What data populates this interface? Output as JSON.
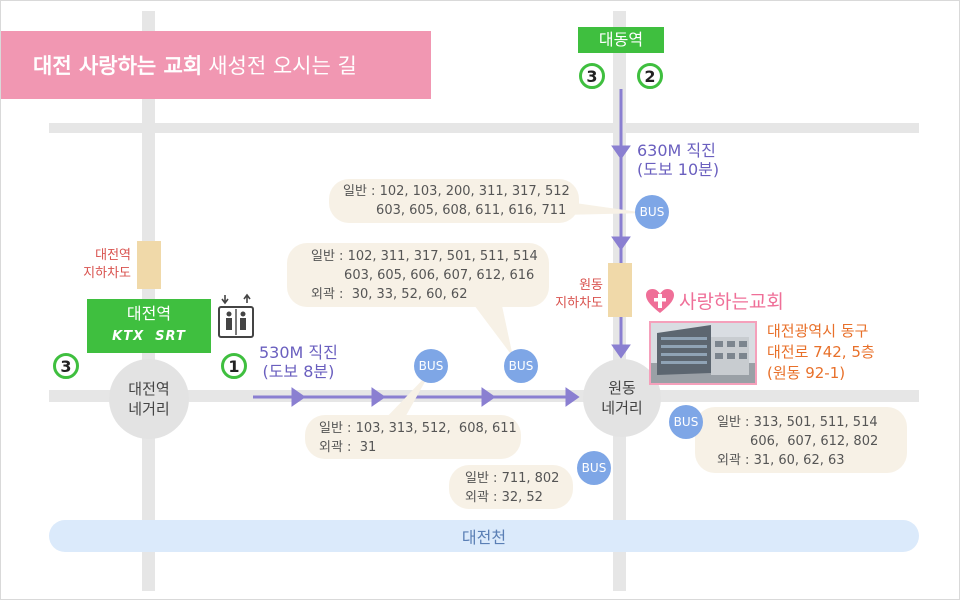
{
  "title": {
    "bold": "대전 사랑하는 교회",
    "rest": "새성전 오시는 길"
  },
  "stations": {
    "daedong": {
      "name": "대동역",
      "exits": [
        "3",
        "2"
      ]
    },
    "daejeon": {
      "name": "대전역",
      "logos": "KTX  SRT",
      "exits": [
        "3",
        "1"
      ]
    }
  },
  "intersections": {
    "daejeon": [
      "대전역",
      "네거리"
    ],
    "wondong": [
      "원동",
      "네거리"
    ]
  },
  "underpasses": {
    "daejeon": [
      "대전역",
      "지하차도"
    ],
    "wondong": [
      "원동",
      "지하차도"
    ]
  },
  "walk": {
    "north": [
      "630M 직진",
      "(도보 10분)"
    ],
    "west": [
      "530M 직진",
      "(도보 8분)"
    ]
  },
  "bus_label": "BUS",
  "bus_info": {
    "top": [
      "일반 : 102, 103, 200, 311, 317, 512",
      "        603, 605, 608, 611, 616, 711"
    ],
    "middle": [
      "일반 : 102, 311, 317, 501, 511, 514",
      "        603, 605, 606, 607, 612, 616",
      "외곽 :  30, 33, 52, 60, 62"
    ],
    "lower_left": [
      "일반 : 103, 313, 512,  608, 611",
      "외곽 :  31"
    ],
    "bottom": [
      "일반 : 711, 802",
      "외곽 : 32, 52"
    ],
    "right": [
      "일반 : 313, 501, 511, 514",
      "        606,  607, 612, 802",
      "외곽 : 31, 60, 62, 63"
    ]
  },
  "church": {
    "name": "사랑하는교회",
    "address": [
      "대전광역시 동구",
      "대전로 742, 5층",
      "(원동 92-1)"
    ]
  },
  "river": "대전천",
  "colors": {
    "title_bg": "#f197b2",
    "station_green": "#3fbf3f",
    "route_purple": "#8a7fd1",
    "bus_blue": "#7ea6e6",
    "underpass_tan": "#f0d9a9",
    "river_blue": "#dbeafb",
    "church_pink": "#ef6f98",
    "address_orange": "#e8702a"
  },
  "icons": {
    "elevator": "elevator-icon",
    "church_logo": "heart-cross-icon"
  }
}
